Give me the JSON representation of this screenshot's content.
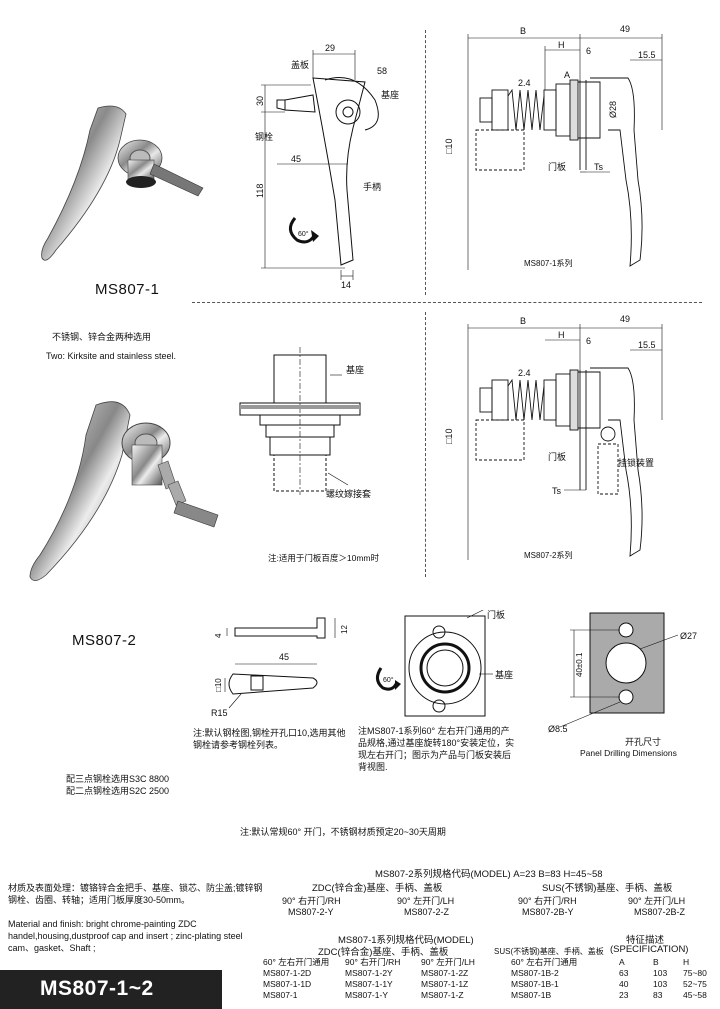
{
  "models": {
    "ms807_1": "MS807-1",
    "ms807_2": "MS807-2"
  },
  "materials": {
    "cn": "不锈钢、锌合金两种选用",
    "en": "Two: Kirksite and stainless steel."
  },
  "fig1": {
    "d29": "29",
    "d58": "58",
    "d30": "30",
    "d45": "45",
    "d118": "118",
    "d14": "14",
    "cover": "盖板",
    "bolt": "钢栓",
    "base": "基座",
    "handle": "手柄",
    "rot": "60°"
  },
  "side1": {
    "B": "B",
    "d49": "49",
    "H": "H",
    "d6": "6",
    "d155": "15.5",
    "A": "A",
    "d24": "2.4",
    "d28": "Ø28",
    "sq10": "□10",
    "panel": "门板",
    "Ts": "Ts",
    "caption": "MS807-1系列"
  },
  "fig2": {
    "base": "基座",
    "screw": "螺纹嫁接套",
    "note": "注:适用于门板百度＞10mm时"
  },
  "side2": {
    "B": "B",
    "d49": "49",
    "H": "H",
    "d6": "6",
    "d155": "15.5",
    "d24": "2.4",
    "sq10": "□10",
    "panel": "门板",
    "Ts": "Ts",
    "lock": "挂锁装置",
    "caption": "MS807-2系列"
  },
  "bolt_fig": {
    "d4": "4",
    "d12": "12",
    "d45": "45",
    "sq10": "□10",
    "r15": "R15",
    "note": "注:默认钢栓图,钢栓开孔口10,选用其他钢栓请参考钢栓列表。"
  },
  "bolt_opt": {
    "l1": "配三点钢栓选用S3C 8800",
    "l2": "配二点钢栓选用S2C 2500"
  },
  "back_fig": {
    "panel": "门板",
    "base": "基座",
    "rot": "60°",
    "note": "注MS807-1系列60° 左右开门通用的产品规格,通过基座旋转180°安装定位，实现左右开门；图示为产品与门板安装后背视图."
  },
  "drill": {
    "d27": "Ø27",
    "d40": "40±0.1",
    "d85": "Ø8.5",
    "cn": "开孔尺寸",
    "en": "Panel Drilling Dimensions"
  },
  "global_note": "注:默认常规60° 开门，不锈钢材质预定20~30天周期",
  "mat_desc": {
    "cn": "材质及表面处理：镀铬锌合金把手、基座、锁芯、防尘盖;镀锌钢钢栓、齿圈、转轴；适用门板厚度30-50mm。",
    "en": "Material and finish: bright chrome-painting ZDC handel,housing,dustproof cap and insert ; zinc-plating steel cam、gasket、Shaft ;"
  },
  "ms2_table": {
    "title": "MS807-2系列规格代码(MODEL)  A=23 B=83 H=45~58",
    "zdc": "ZDC(锌合金)基座、手柄、盖板",
    "sus": "SUS(不锈钢)基座、手柄、盖板",
    "heads": [
      "90° 右开门/RH",
      "90° 左开门/LH",
      "90° 右开门/RH",
      "90° 左开门/LH"
    ],
    "models": [
      "MS807-2-Y",
      "MS807-2-Z",
      "MS807-2B-Y",
      "MS807-2B-Z"
    ]
  },
  "ms1_table": {
    "title": "MS807-1系列规格代码(MODEL)",
    "zdc": "ZDC(锌合金)基座、手柄、盖板",
    "sus": "SUS(不锈钢)基座、手柄、盖板",
    "spec": "特征描述",
    "spec_en": "(SPECIFICATION)",
    "heads": [
      "60° 左右开门通用",
      "90° 右开门/RH",
      "90° 左开门/LH",
      "60° 左右开门通用",
      "A",
      "B",
      "H"
    ],
    "rows": [
      [
        "MS807-1-2D",
        "MS807-1-2Y",
        "MS807-1-2Z",
        "MS807-1B-2",
        "63",
        "103",
        "75~80"
      ],
      [
        "MS807-1-1D",
        "MS807-1-1Y",
        "MS807-1-1Z",
        "MS807-1B-1",
        "40",
        "103",
        "52~75"
      ],
      [
        "MS807-1",
        "MS807-1-Y",
        "MS807-1-Z",
        "MS807-1B",
        "23",
        "83",
        "45~58"
      ]
    ]
  },
  "footer": {
    "title": "MS807-1~2"
  }
}
